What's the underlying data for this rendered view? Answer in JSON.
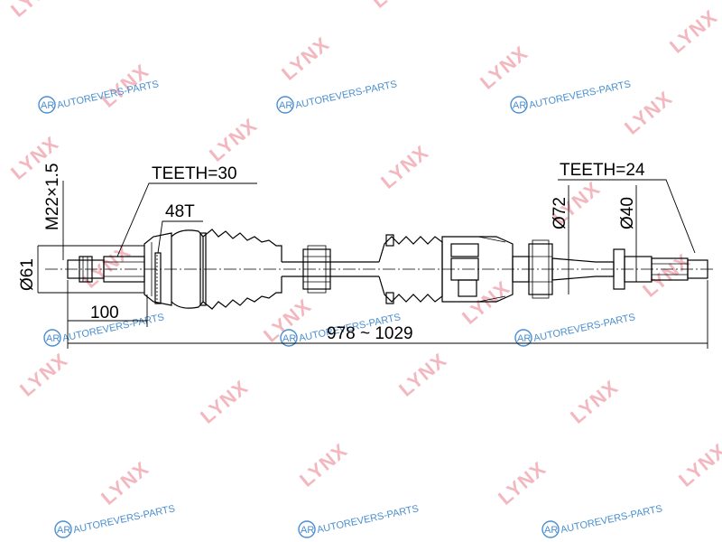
{
  "watermarks": {
    "lynx_text": "LYNX",
    "autorevers_text": "AUTOREVERS-PARTS",
    "autorevers_badge": "AR",
    "lynx_color": "#f3b8bf",
    "autorevers_color": "#4a8fd0"
  },
  "dimensions": {
    "teeth_outer": "TEETH=30",
    "abs_ring": "48T",
    "thread": "M22×1.5",
    "outer_diameter": "Ø61",
    "outer_length": "100",
    "overall_length": "978 ~ 1029",
    "teeth_inner": "TEETH=24",
    "bearing_diameter": "Ø72",
    "inner_diameter": "Ø40"
  }
}
